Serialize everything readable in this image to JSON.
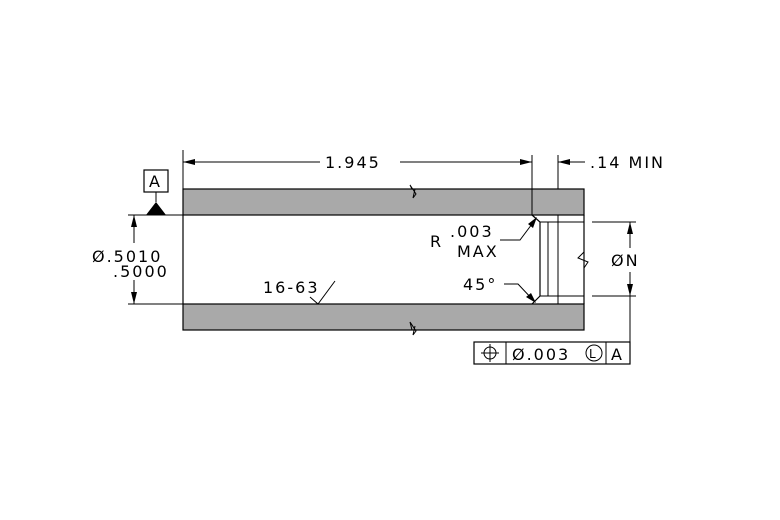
{
  "dimensions": {
    "length": "1.945",
    "groove_width": ".14 MIN",
    "bore_upper": "Ø.5010",
    "bore_lower": ".5000",
    "groove_dia": "ØN",
    "radius_prefix": "R",
    "radius_value": ".003",
    "radius_max": "MAX",
    "chamfer": "45°",
    "surface_finish": "16-63"
  },
  "datum": {
    "label": "A"
  },
  "feature_control_frame": {
    "symbol": "position-icon",
    "tolerance": "Ø.003",
    "modifier": "L",
    "datum_ref": "A"
  },
  "colors": {
    "section_fill": "#a9a9a9",
    "line": "#000000"
  }
}
